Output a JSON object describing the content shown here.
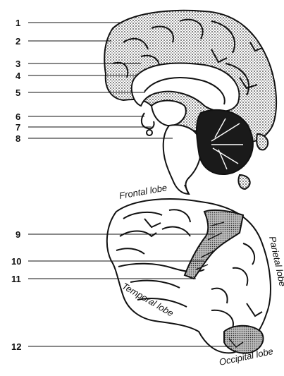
{
  "diagram": {
    "top_labels": [
      "1",
      "2",
      "3",
      "4",
      "5",
      "6",
      "7",
      "8"
    ],
    "bottom_labels": [
      "9",
      "10",
      "11",
      "12"
    ],
    "lobes": {
      "frontal": "Frontal lobe",
      "parietal": "Parietal lobe",
      "temporal": "Temporal lobe",
      "occipital": "Occipital lobe"
    },
    "colors": {
      "ink": "#111111",
      "shade": "#9a9a9a",
      "paper": "#ffffff"
    }
  }
}
